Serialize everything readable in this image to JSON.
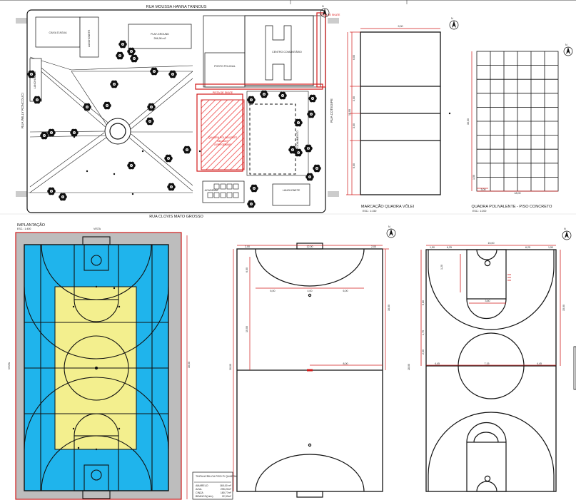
{
  "site": {
    "street_top": "RUA MOUSSA HANNA TANNOUS",
    "street_bottom": "RUA CLOVIS MATO GROSSO",
    "street_left": "RUA WILLY RONCOLICI",
    "street_right": "RUA COTEGIPE",
    "buildings": {
      "caixa": "CAIXA D'AGUA",
      "lanchonete_top": "LANCHONETE",
      "playground": "PLAY-GROUND",
      "playground_area": "284,98 m2",
      "posto": "POSTO POLICIAL",
      "centro": "CENTRO COMUNITÁRIO",
      "lanchonete_left": "LANCHONETE",
      "lanchonete_bottom": "LANCHONETE",
      "academia": "ACADEMIA",
      "estacionamento": "ESTACIONAMENTO",
      "pista": "PISTA DE SKATE"
    },
    "quadra_label": "QUADRA POLIVALENTE",
    "quadra_area": "540,00m²",
    "quadra_note": "A REFORMAR",
    "area_label": "PISTA DE SKATE"
  },
  "titles": {
    "implantacao": "IMPLANTAÇÃO",
    "implantacao_scale": "ESC.: 1:400",
    "volei": "MARCAÇÃO  QUADRA VÔLEI",
    "volei_scale": "ESC.: 1:150",
    "polivalente": "QUADRA POLIVALENTE - PISO CONCRETO",
    "polivalente_scale": "ESC.: 1:200",
    "court_top": "VISTA",
    "court_side": "VISTA"
  },
  "volei_dims": {
    "width": "9,00",
    "h1": "6,00",
    "h2": "3,00",
    "h3": "3,00",
    "h4": "6,00",
    "total": "18,00"
  },
  "grid_dims": {
    "width": "18,00",
    "height": "30,00",
    "cell": "3,00",
    "small": "1,50"
  },
  "futsal_dims": {
    "top_left": "2,00",
    "area": "12,00",
    "top_right": "2,00",
    "a1": "6,00",
    "a2": "4,00",
    "a3": "6,00",
    "center": "8,00",
    "d1": "6,00",
    "d2": "10,00",
    "total": "30,00",
    "right": "16,00"
  },
  "basket_dims": {
    "w": "15,00",
    "l1": "1,50",
    "l2": "6,25",
    "l3": "6,25",
    "l4": "1,50",
    "k1": "3,60",
    "k2": "7,15",
    "k3": "4,45",
    "c1": "4,45",
    "total": "28,00",
    "r": "15,00",
    "e1": "5,80",
    "e2": "1,75",
    "e3": "2,00",
    "e4": "1,20"
  },
  "legend": {
    "title": "TINTA ACRILICA PISO P/ QUADRA GUVINIL",
    "rows": [
      {
        "name": "AMARELO",
        "value": "165,00 m²"
      },
      {
        "name": "AZUL",
        "value": "295,20m²"
      },
      {
        "name": "CINZA",
        "value": "180,77m²"
      },
      {
        "name": "BRANCO(Linh)",
        "value": "22,33m²"
      }
    ]
  },
  "colors": {
    "blue": "#1fb4ec",
    "yellow": "#f3ef8e",
    "gray": "#bdbdbd",
    "red": "#d11a1a",
    "line": "#111111",
    "tree": "#111111"
  },
  "north": "N"
}
